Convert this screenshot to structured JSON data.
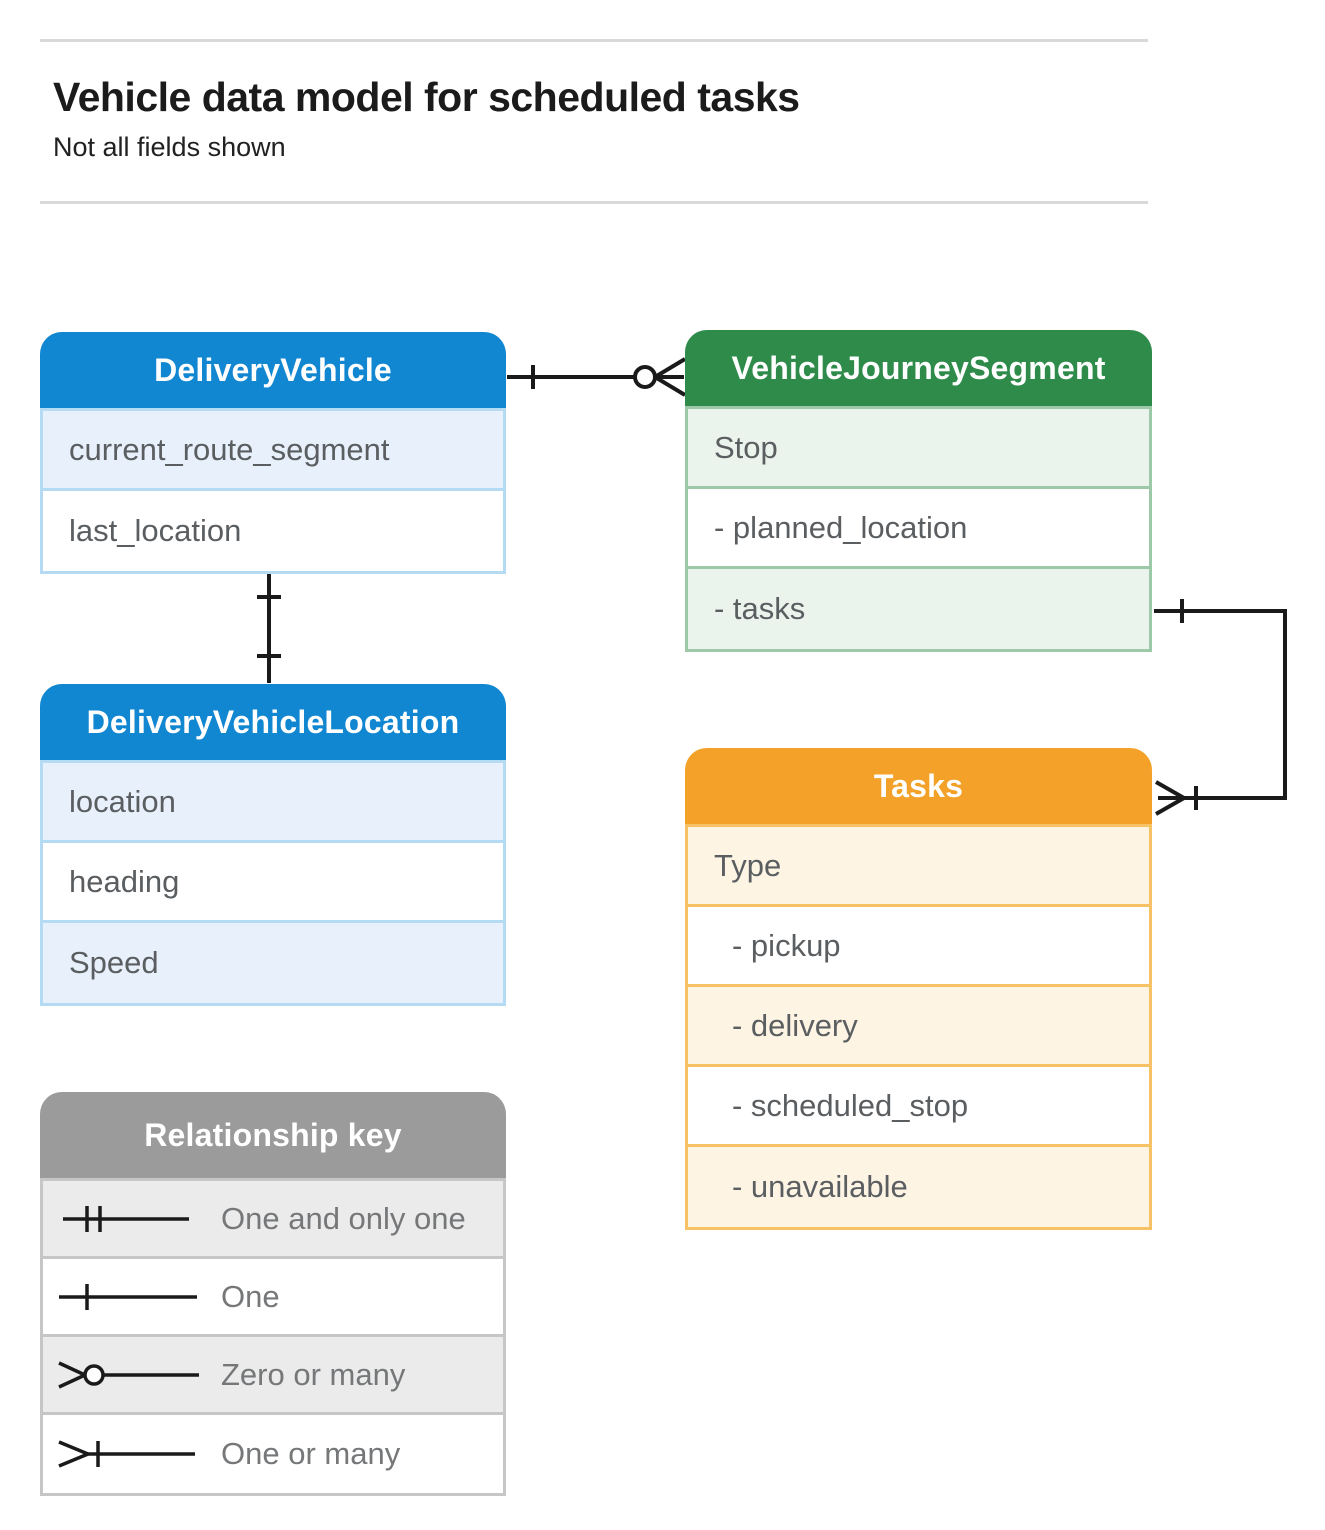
{
  "page": {
    "title": "Vehicle data model for scheduled tasks",
    "subtitle": "Not all fields shown"
  },
  "entities": {
    "delivery_vehicle": {
      "title": "DeliveryVehicle",
      "rows": [
        {
          "label": "current_route_segment"
        },
        {
          "label": "last_location"
        }
      ]
    },
    "vehicle_journey_segment": {
      "title": "VehicleJourneySegment",
      "rows": [
        {
          "label": "Stop"
        },
        {
          "label": "- planned_location"
        },
        {
          "label": "- tasks"
        }
      ]
    },
    "delivery_vehicle_location": {
      "title": "DeliveryVehicleLocation",
      "rows": [
        {
          "label": "location"
        },
        {
          "label": "heading"
        },
        {
          "label": "Speed"
        }
      ]
    },
    "tasks": {
      "title": "Tasks",
      "rows": [
        {
          "label": "Type"
        },
        {
          "label": "- pickup"
        },
        {
          "label": "- delivery"
        },
        {
          "label": "- scheduled_stop"
        },
        {
          "label": "- unavailable"
        }
      ]
    }
  },
  "relationships": [
    {
      "from": "DeliveryVehicle",
      "to": "VehicleJourneySegment",
      "from_cardinality": "one",
      "to_cardinality": "zero-or-many"
    },
    {
      "from": "DeliveryVehicle",
      "to": "DeliveryVehicleLocation",
      "from_cardinality": "one",
      "to_cardinality": "one"
    },
    {
      "from": "VehicleJourneySegment.tasks",
      "to": "Tasks",
      "from_cardinality": "one",
      "to_cardinality": "one-or-many"
    }
  ],
  "legend": {
    "title": "Relationship key",
    "items": [
      {
        "label": "One and only one",
        "symbol": "one-and-only-one"
      },
      {
        "label": "One",
        "symbol": "one"
      },
      {
        "label": "Zero or many",
        "symbol": "zero-or-many"
      },
      {
        "label": "One or many",
        "symbol": "one-or-many"
      }
    ]
  },
  "colors": {
    "blue_header": "#1186d1",
    "blue_tint": "#e8f1fb",
    "blue_border": "#b5daf4",
    "green_header": "#2e8b4a",
    "green_tint": "#eaf3ec",
    "green_border": "#9ccaa9",
    "orange_header": "#f4a129",
    "orange_tint": "#fdf4e4",
    "orange_border": "#f7c266",
    "gray_header": "#9b9b9b",
    "gray_tint": "#ebebeb",
    "gray_border": "#c6c6c6",
    "field_text": "#5b5e61",
    "legend_text": "#757779",
    "title_text": "#1b1b1b",
    "rule_color": "#d9d9d9",
    "connector_color": "#1a1a1a"
  }
}
